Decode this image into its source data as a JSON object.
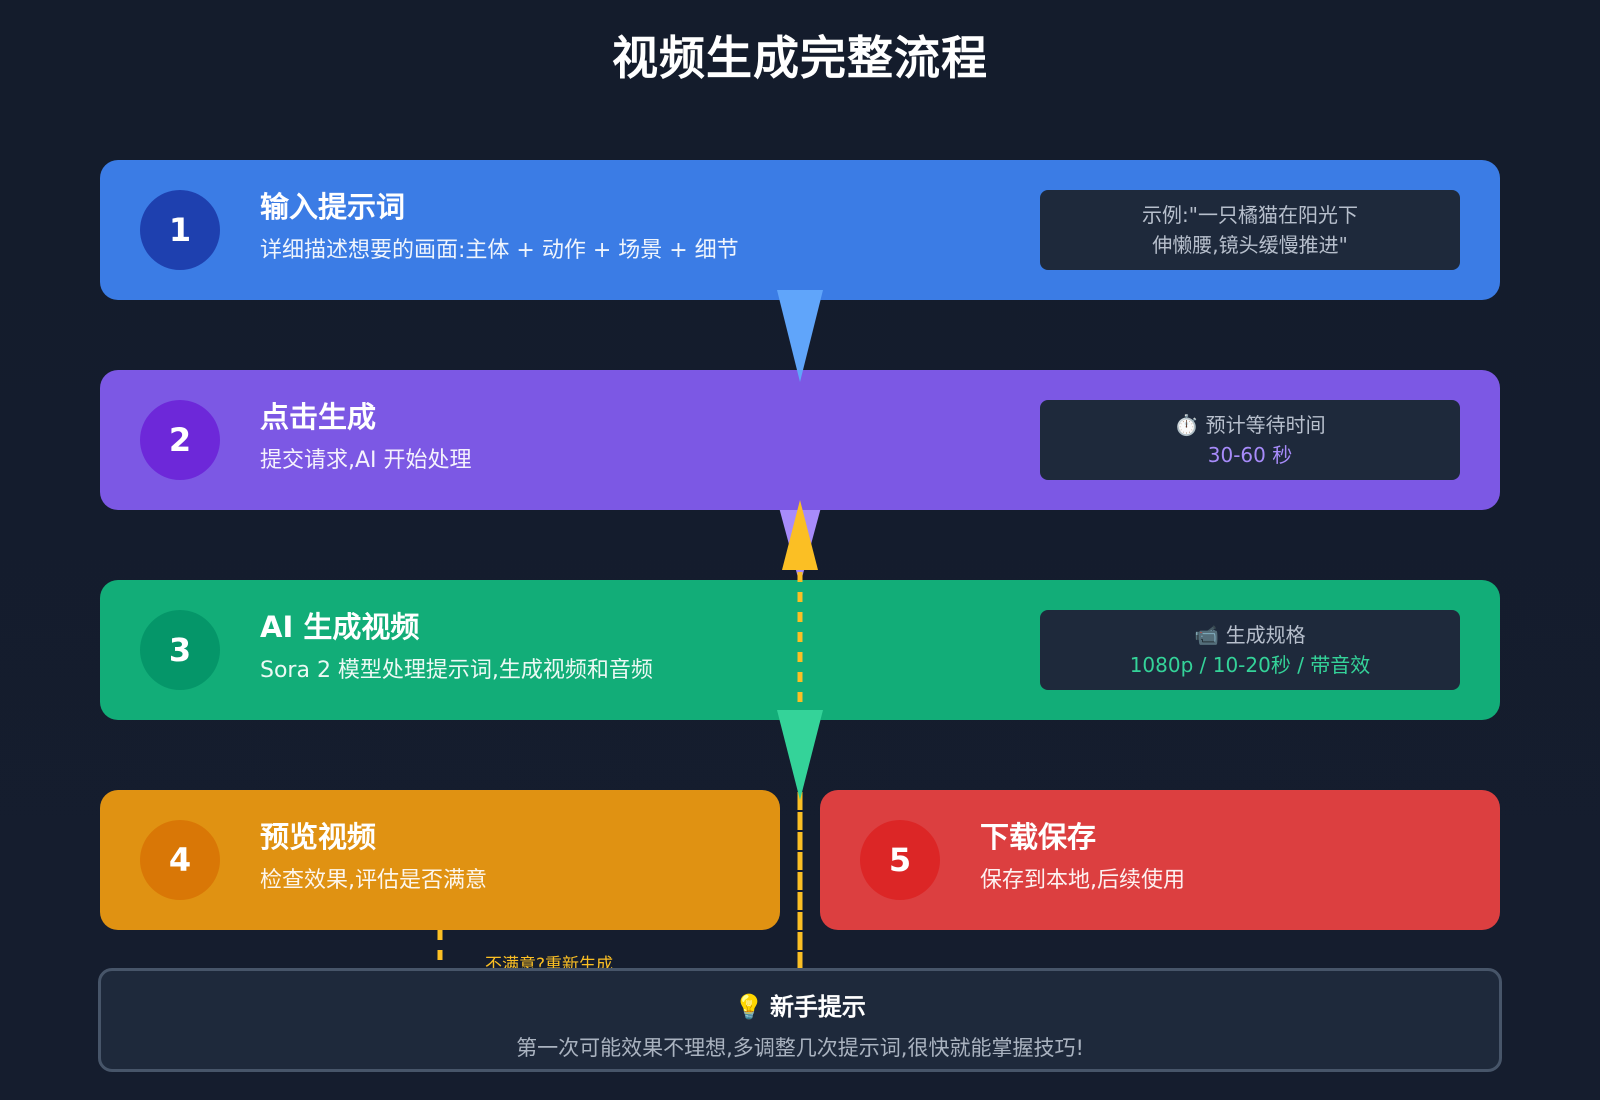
{
  "title": "视频生成完整流程",
  "colors": {
    "step1": "#3b7ce5",
    "step2": "#7c58e4",
    "step3": "#12ad78",
    "step4": "#e09212",
    "step5": "#dc3f40",
    "arrow1": "#60a5fa",
    "arrow2": "#a78bfa",
    "arrow3": "#34d399",
    "feedback": "#fbbf24"
  },
  "steps": [
    {
      "number": "1",
      "title": "输入提示词",
      "desc": "详细描述想要的画面:主体 + 动作 + 场景 + 细节",
      "info_line1": "示例:\"一只橘猫在阳光下",
      "info_line2": "伸懒腰,镜头缓慢推进\""
    },
    {
      "number": "2",
      "title": "点击生成",
      "desc": "提交请求,AI 开始处理",
      "info_icon": "stopwatch-icon",
      "info_line1": "⏱️ 预计等待时间",
      "info_line2": "30-60 秒"
    },
    {
      "number": "3",
      "title": "AI 生成视频",
      "desc": "Sora 2 模型处理提示词,生成视频和音频",
      "info_icon": "camera-icon",
      "info_line1": "📹 生成规格",
      "info_line2": "1080p / 10-20秒 / 带音效"
    },
    {
      "number": "4",
      "title": "预览视频",
      "desc": "检查效果,评估是否满意"
    },
    {
      "number": "5",
      "title": "下载保存",
      "desc": "保存到本地,后续使用"
    }
  ],
  "feedback_label": "不满意?重新生成",
  "tip": {
    "icon": "lightbulb-icon",
    "title": "新手提示",
    "text": "第一次可能效果不理想,多调整几次提示词,很快就能掌握技巧!"
  }
}
